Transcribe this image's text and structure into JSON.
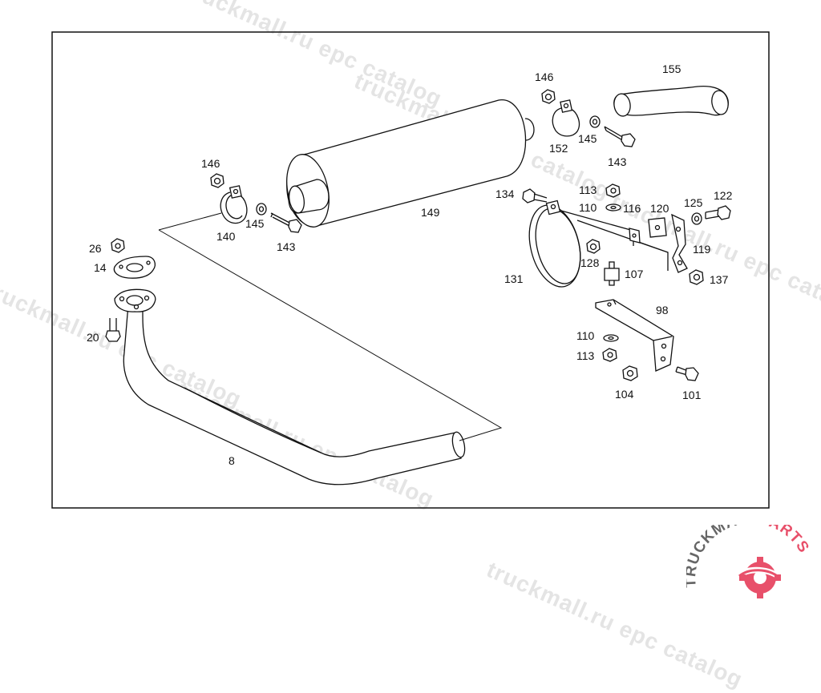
{
  "watermarks": [
    "truckmall.ru epc catalog",
    "truckmall.ru epc catalog",
    "truckmall.ru epc catalog",
    "truckmall.ru epc catalog",
    "truckmall.ru epc catalog",
    "truckmall.ru epc catalog"
  ],
  "labels": {
    "p8": "8",
    "p14": "14",
    "p20": "20",
    "p26": "26",
    "p98": "98",
    "p101": "101",
    "p104": "104",
    "p107": "107",
    "p110a": "110",
    "p110b": "110",
    "p113a": "113",
    "p113b": "113",
    "p116": "116",
    "p119": "119",
    "p120": "120",
    "p122": "122",
    "p125": "125",
    "p128": "128",
    "p131": "131",
    "p134": "134",
    "p137": "137",
    "p140": "140",
    "p143a": "143",
    "p143b": "143",
    "p145a": "145",
    "p145b": "145",
    "p146a": "146",
    "p146b": "146",
    "p149": "149",
    "p152": "152",
    "p155": "155"
  },
  "brand": {
    "name_dark": "TRUCKMALL",
    "name_accent": "PARTS",
    "accent_color": "#e8506a"
  }
}
